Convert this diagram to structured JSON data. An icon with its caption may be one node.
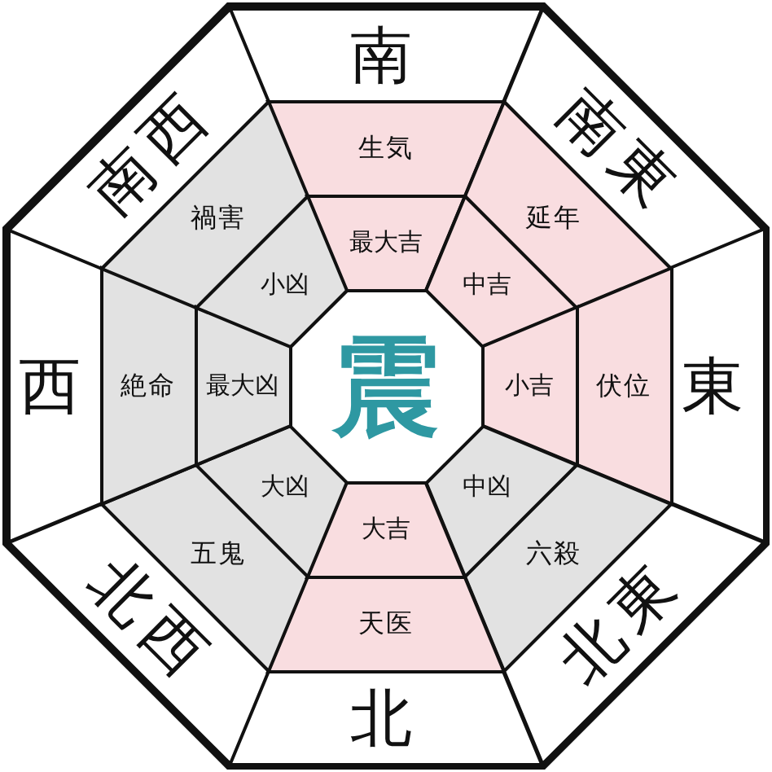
{
  "diagram": {
    "nodes": [
      {
        "text": [
          "南"
        ]
      },
      {
        "text": [
          "南東"
        ]
      },
      {
        "text": [
          "東"
        ]
      },
      {
        "text": [
          "北東"
        ]
      },
      {
        "text": [
          "北"
        ]
      },
      {
        "text": [
          "北西"
        ]
      },
      {
        "text": [
          "西"
        ]
      },
      {
        "text": [
          "南西"
        ]
      },
      {
        "text": [
          "生気"
        ]
      },
      {
        "text": [
          "延年"
        ]
      },
      {
        "text": [
          "伏位"
        ]
      },
      {
        "text": [
          "六殺"
        ]
      },
      {
        "text": [
          "天医"
        ]
      },
      {
        "text": [
          "五鬼"
        ]
      },
      {
        "text": [
          "絶命"
        ]
      },
      {
        "text": [
          "禍害"
        ]
      },
      {
        "text": [
          "最大吉"
        ]
      },
      {
        "text": [
          "中吉"
        ]
      },
      {
        "text": [
          "小吉"
        ]
      },
      {
        "text": [
          "中凶"
        ]
      },
      {
        "text": [
          "大吉"
        ]
      },
      {
        "text": [
          "大凶"
        ]
      },
      {
        "text": [
          "最大凶"
        ]
      },
      {
        "text": [
          "小凶"
        ]
      },
      {
        "text": [
          "震"
        ]
      }
    ]
  }
}
